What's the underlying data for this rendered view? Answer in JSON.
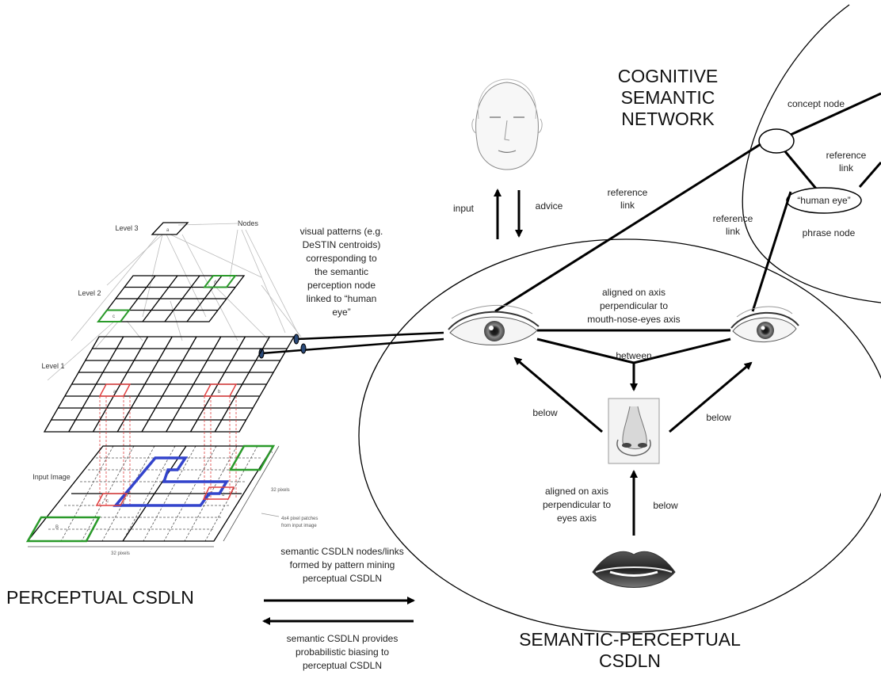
{
  "cognitive_network": {
    "title_lines": [
      "COGNITIVE",
      "SEMANTIC",
      "NETWORK"
    ],
    "concept_node": "concept node",
    "reference_link_lines": [
      "reference",
      "link"
    ],
    "human_eye": "“human eye”",
    "phrase_node": "phrase node"
  },
  "middle": {
    "input": "input",
    "advice": "advice",
    "reference_link_1": [
      "reference",
      "link"
    ],
    "reference_link_2": [
      "reference",
      "link"
    ],
    "visual_patterns": [
      "visual patterns (e.g.",
      "DeSTIN centroids)",
      "corresponding to",
      "the semantic",
      "perception node",
      "linked to “human",
      "eye”"
    ],
    "ellipsis": "..."
  },
  "semantic_perceptual": {
    "title_lines": [
      "SEMANTIC-PERCEPTUAL",
      "CSDLN"
    ],
    "aligned_1": [
      "aligned on axis",
      "perpendicular to",
      "mouth-nose-eyes axis"
    ],
    "between": "between",
    "below_left": "below",
    "below_right": "below",
    "below_bottom": "below",
    "aligned_2": [
      "aligned on axis",
      "perpendicular to",
      "eyes axis"
    ]
  },
  "perceptual": {
    "title": "PERCEPTUAL CSDLN",
    "level3": "Level 3",
    "level2": "Level 2",
    "level1": "Level 1",
    "input_image": "Input Image",
    "nodes": "Nodes",
    "pixels_32_side": "32 pixels",
    "pixels_32_bottom": "32 pixels",
    "patches": [
      "4x4 pixel patches",
      "from input image"
    ],
    "cell_letters": [
      "a",
      "b",
      "c",
      "d",
      "a",
      "b",
      "c",
      "d",
      "A",
      "B"
    ]
  },
  "bottom_arrows": {
    "top_text": [
      "semantic CSDLN nodes/links",
      "formed by pattern mining",
      "perceptual CSDLN"
    ],
    "bottom_text": [
      "semantic CSDLN provides",
      "probabilistic biasing to",
      "perceptual CSDLN"
    ]
  }
}
